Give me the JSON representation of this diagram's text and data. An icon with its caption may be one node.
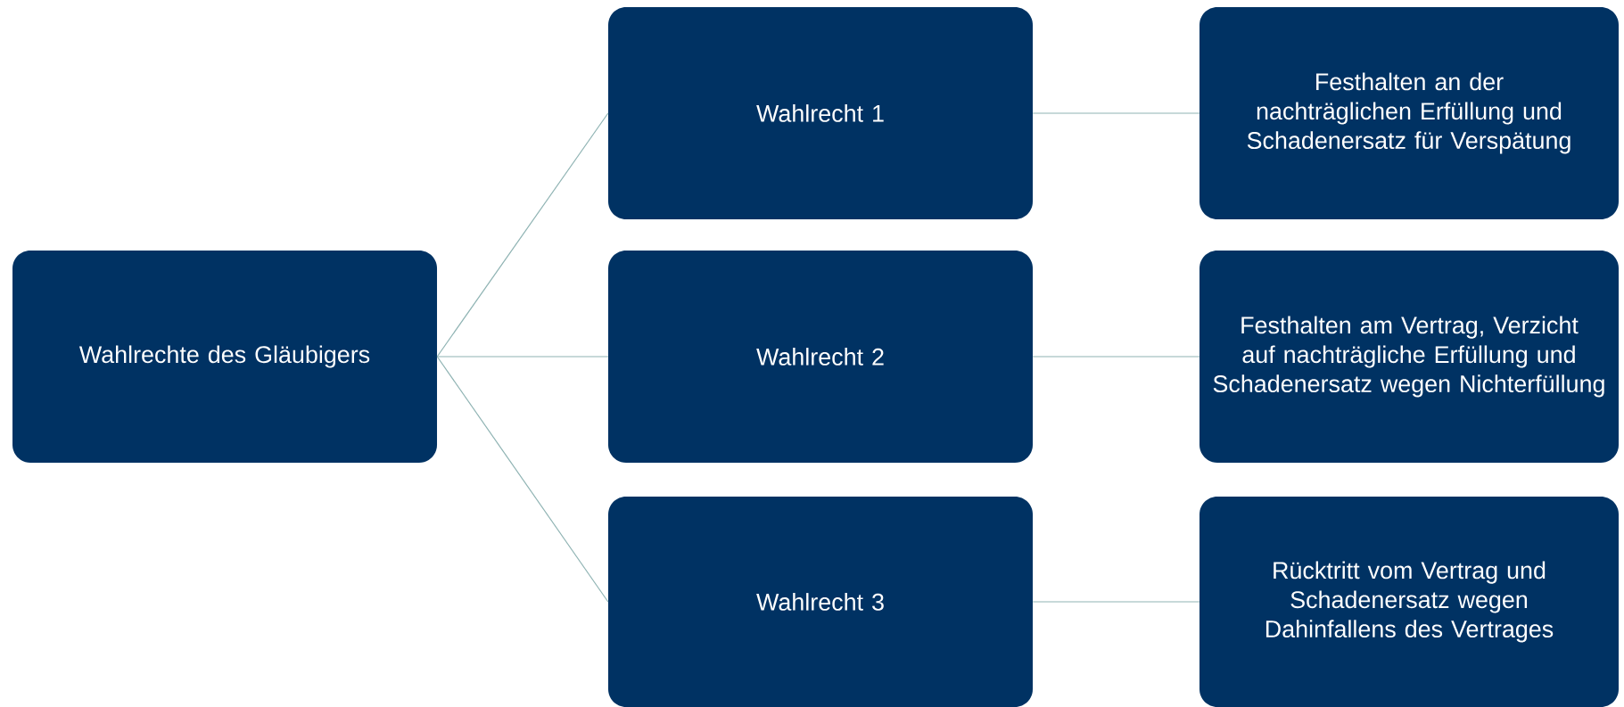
{
  "diagram": {
    "nodes": [
      {
        "text": [
          "Wahlrechte des Gläubigers"
        ]
      },
      {
        "text": [
          "Wahlrecht 1"
        ]
      },
      {
        "text": [
          "Wahlrecht 2"
        ]
      },
      {
        "text": [
          "Wahlrecht 3"
        ]
      },
      {
        "text": [
          "Festhalten an der nachträglichen Erfüllung und Schadenersatz für Verspätung"
        ]
      },
      {
        "text": [
          "Festhalten am Vertrag, Verzicht auf nachträgliche Erfüllung und Schadenersatz wegen Nichterfüllung"
        ]
      },
      {
        "text": [
          "Rücktritt vom Vertrag und Schadenersatz wegen Dahinfallens des Vertrages"
        ]
      }
    ],
    "edges": [
      {
        "from": 0,
        "to": 1,
        "arrow": "none"
      },
      {
        "from": 0,
        "to": 2,
        "arrow": "none"
      },
      {
        "from": 0,
        "to": 3,
        "arrow": "none"
      },
      {
        "from": 1,
        "to": 4,
        "arrow": "none"
      },
      {
        "from": 2,
        "to": 5,
        "arrow": "none"
      },
      {
        "from": 3,
        "to": 6,
        "arrow": "none"
      }
    ]
  }
}
